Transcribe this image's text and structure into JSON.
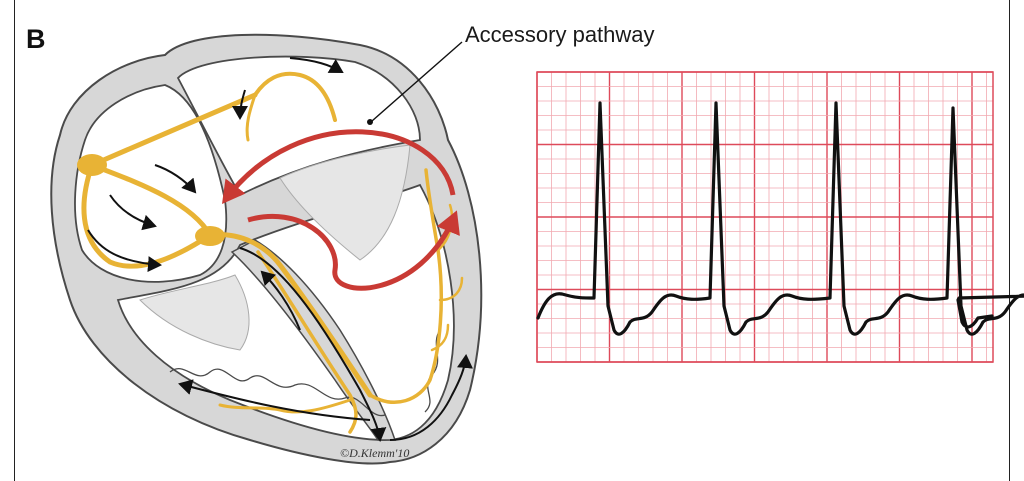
{
  "panel": {
    "letter": "B"
  },
  "labels": {
    "accessory_pathway": "Accessory pathway"
  },
  "signature": "©D.Klemm'10",
  "colors": {
    "ecg_grid_minor": "#f2a9b0",
    "ecg_grid_major": "#de4a5a",
    "ecg_trace": "#111111",
    "conduction_system": "#e8b335",
    "accessory_arrow": "#c93a34",
    "heart_wall": "#d5d5d5",
    "heart_outline": "#4a4a4a"
  }
}
